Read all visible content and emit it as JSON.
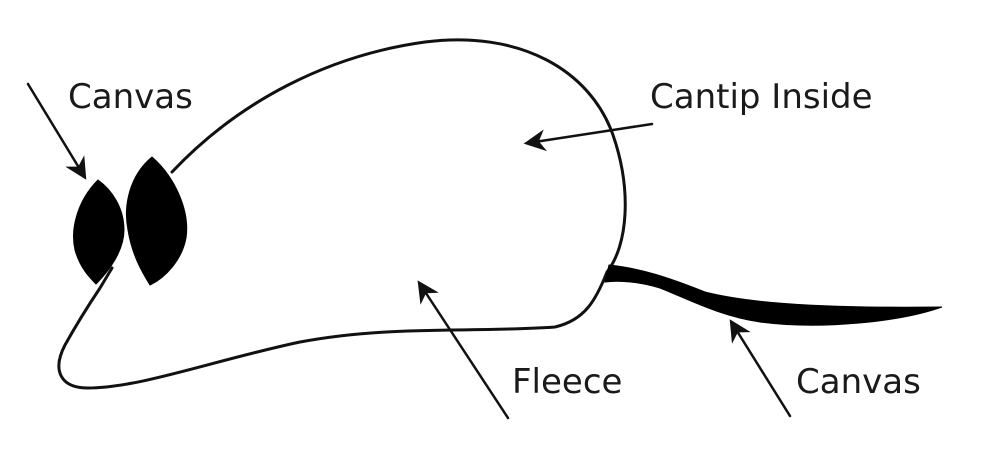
{
  "labels": {
    "ears": "Canvas",
    "body_inside": "Cantip Inside",
    "body_fabric": "Fleece",
    "tail": "Canvas"
  },
  "colors": {
    "ink": "#111111",
    "fill": "#000000",
    "background": "#ffffff"
  }
}
